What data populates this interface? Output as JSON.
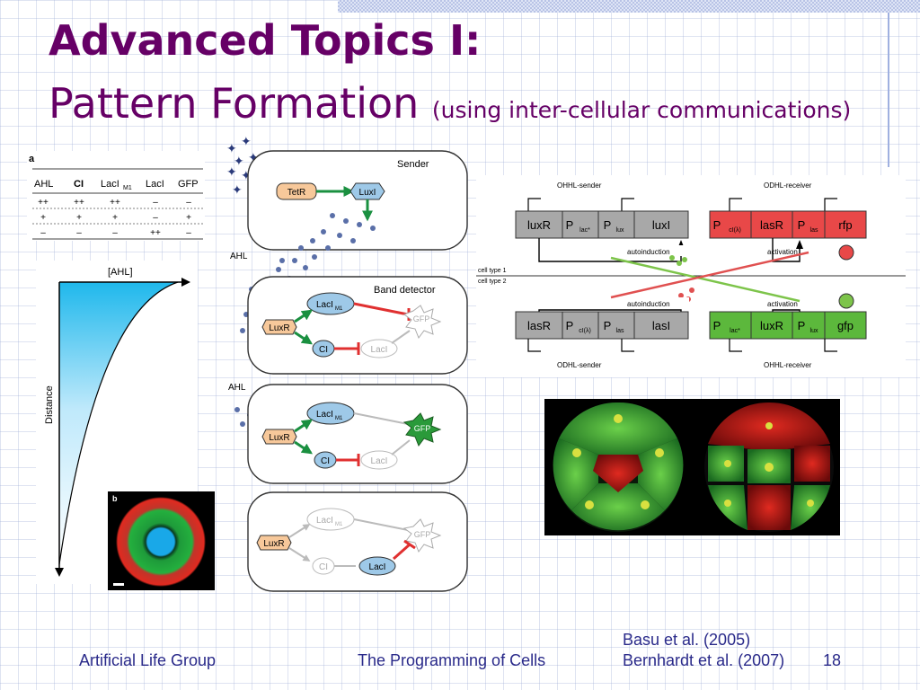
{
  "slide": {
    "title_line1": "Advanced Topics I:",
    "title_line2": "Pattern Formation",
    "title_subtitle": "(using inter-cellular communications)"
  },
  "panel_a": {
    "label": "a",
    "table_headers": [
      "AHL",
      "CI",
      "LacI",
      "LacI",
      "GFP"
    ],
    "header_sub": "M1",
    "rows": [
      [
        "++",
        "++",
        "++",
        "–",
        "–"
      ],
      [
        "+",
        "+",
        "+",
        "–",
        "+"
      ],
      [
        "–",
        "–",
        "–",
        "++",
        "–"
      ]
    ],
    "gradient_label": "[AHL]",
    "axis_label": "Distance"
  },
  "panel_b": {
    "label": "b"
  },
  "circuit": {
    "sender_label": "Sender",
    "tetr": "TetR",
    "luxi": "LuxI",
    "ahl": "AHL",
    "band_detector": "Band detector",
    "luxr": "LuxR",
    "laci_m1": "LacI",
    "m1": "M1",
    "ci": "CI",
    "laci": "LacI",
    "gfp": "GFP"
  },
  "bernhardt": {
    "cell_type_1": "cell type 1",
    "cell_type_2": "cell type 2",
    "ohhl_sender": "OHHL-sender",
    "odhl_receiver": "ODHL-receiver",
    "odhl_sender": "ODHL-sender",
    "ohhl_receiver": "OHHL-receiver",
    "autoinduction": "autoinduction",
    "activation": "activation",
    "top_row": [
      "luxR",
      "P",
      "P",
      "luxI",
      "P",
      "lasR",
      "P",
      "rfp"
    ],
    "top_subs": [
      "",
      "lac*",
      "lux",
      "",
      "cI(λ)",
      "",
      "las",
      ""
    ],
    "bottom_row": [
      "lasR",
      "P",
      "P",
      "lasI",
      "P",
      "luxR",
      "P",
      "gfp"
    ],
    "bottom_subs": [
      "",
      "cI(λ)",
      "las",
      "",
      "lac*",
      "",
      "lux",
      ""
    ]
  },
  "footer": {
    "left": "Artificial Life Group",
    "center": "The Programming of Cells",
    "cite1": "Basu et al. (2005)",
    "cite2": "Bernhardt  et al. (2007)",
    "page": "18"
  }
}
